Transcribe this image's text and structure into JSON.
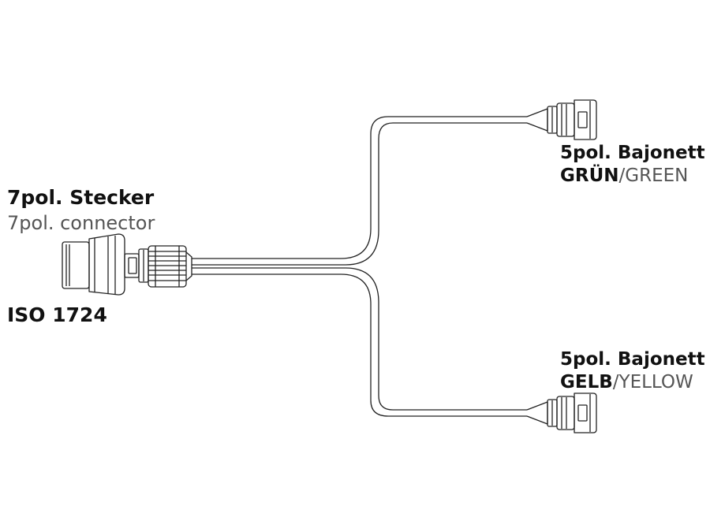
{
  "connector_main": {
    "title_de": "7pol. Stecker",
    "title_en": "7pol. connector",
    "standard": "ISO 1724"
  },
  "branch_green": {
    "type": "5pol. Bajonett",
    "color_de": "GRÜN",
    "separator": "/",
    "color_en": "GREEN"
  },
  "branch_yellow": {
    "type": "5pol. Bajonett",
    "color_de": "GELB",
    "separator": "/",
    "color_en": "YELLOW"
  },
  "colors": {
    "line": "#222222",
    "label_dark": "#111111",
    "label_light": "#555555"
  }
}
